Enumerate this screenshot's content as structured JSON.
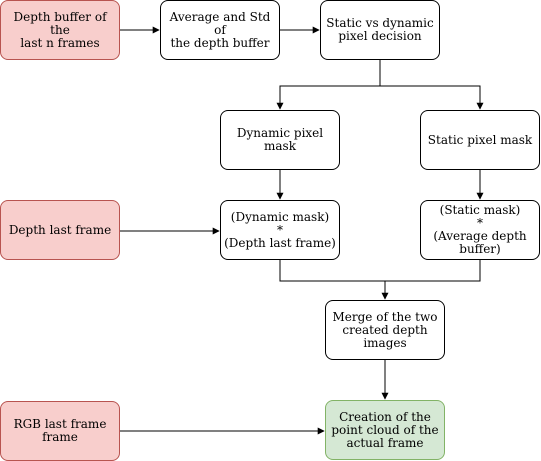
{
  "colors": {
    "input_fill": "#f8cecc",
    "input_stroke": "#b85450",
    "output_fill": "#d5e8d4",
    "output_stroke": "#82b366",
    "default_fill": "#ffffff",
    "edge": "#000000"
  },
  "nodes": {
    "depth_buffer": "Depth buffer of the\nlast n frames",
    "avg_std": "Average and Std of\nthe depth buffer",
    "static_vs_dynamic": "Static vs dynamic\npixel decision",
    "dynamic_mask": "Dynamic pixel\nmask",
    "static_mask": "Static pixel mask",
    "depth_last_frame": "Depth last frame",
    "dynamic_product": "(Dynamic mask)\n*\n(Depth last frame)",
    "static_product": "(Static mask)\n*\n(Average depth\nbuffer)",
    "merge": "Merge of the two\ncreated depth\nimages",
    "rgb_last_frame": "RGB last frame\nframe",
    "point_cloud": "Creation of the\npoint cloud of the\nactual frame"
  },
  "edges": [
    {
      "from": "depth_buffer",
      "to": "avg_std"
    },
    {
      "from": "avg_std",
      "to": "static_vs_dynamic"
    },
    {
      "from": "static_vs_dynamic",
      "to": "dynamic_mask"
    },
    {
      "from": "static_vs_dynamic",
      "to": "static_mask"
    },
    {
      "from": "dynamic_mask",
      "to": "dynamic_product"
    },
    {
      "from": "static_mask",
      "to": "static_product"
    },
    {
      "from": "depth_last_frame",
      "to": "dynamic_product"
    },
    {
      "from": "dynamic_product",
      "to": "merge"
    },
    {
      "from": "static_product",
      "to": "merge"
    },
    {
      "from": "merge",
      "to": "point_cloud"
    },
    {
      "from": "rgb_last_frame",
      "to": "point_cloud"
    }
  ]
}
